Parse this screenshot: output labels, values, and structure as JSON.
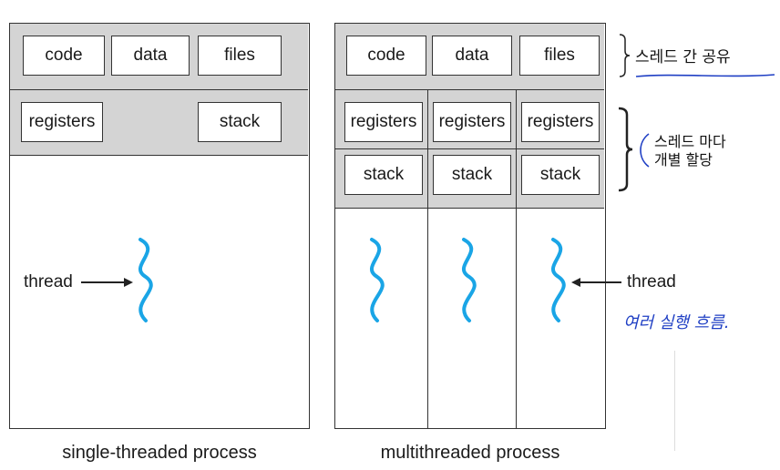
{
  "single": {
    "shared": [
      "code",
      "data",
      "files"
    ],
    "registers": "registers",
    "stack": "stack",
    "thread_label": "thread",
    "caption": "single-threaded process"
  },
  "multi": {
    "shared": [
      "code",
      "data",
      "files"
    ],
    "registers": [
      "registers",
      "registers",
      "registers"
    ],
    "stacks": [
      "stack",
      "stack",
      "stack"
    ],
    "thread_label": "thread",
    "caption": "multithreaded process"
  },
  "annotations": {
    "shared_note": "스레드 간 공유",
    "per_thread_note_line1": "스레드 마다",
    "per_thread_note_line2": "개별 할당",
    "handwritten_note": "여러 실행 흐름."
  },
  "colors": {
    "thread": "#1aa5e6",
    "band": "#d4d4d4",
    "handwriting": "#1f3fc4"
  }
}
